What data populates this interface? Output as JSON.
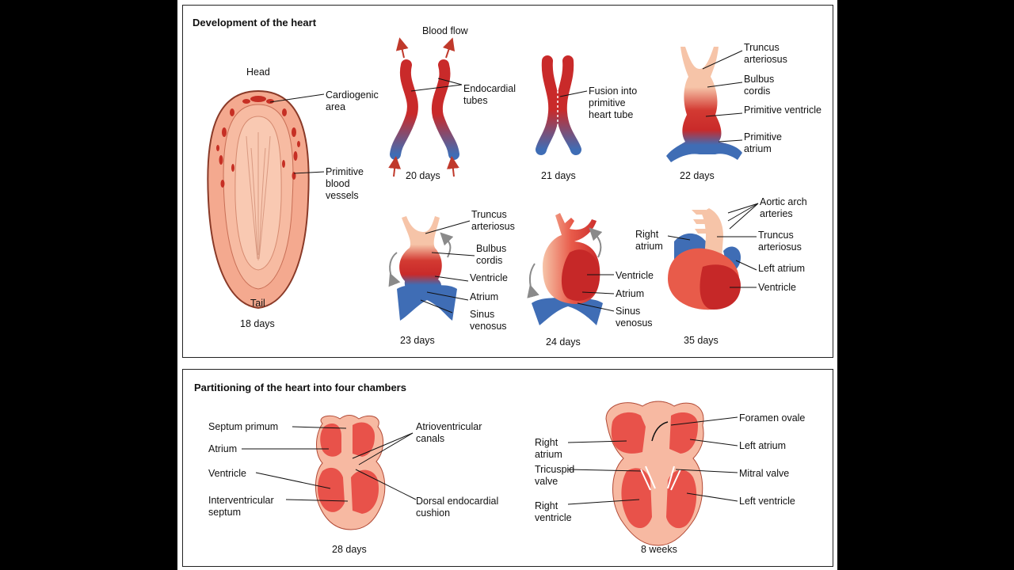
{
  "panel_top": {
    "title": "Development of the heart",
    "labels": {
      "head": "Head",
      "cardiogenic_1": "Cardiogenic",
      "cardiogenic_2": "area",
      "prim_vessels_1": "Primitive",
      "prim_vessels_2": "blood",
      "prim_vessels_3": "vessels",
      "tail": "Tail",
      "day18": "18 days",
      "blood_flow": "Blood flow",
      "endocardial_1": "Endocardial",
      "endocardial_2": "tubes",
      "day20": "20 days",
      "fusion_1": "Fusion into",
      "fusion_2": "primitive",
      "fusion_3": "heart tube",
      "day21": "21 days",
      "truncus_1": "Truncus",
      "truncus_2": "arteriosus",
      "bulbus_1": "Bulbus",
      "bulbus_2": "cordis",
      "prim_ventricle": "Primitive ventricle",
      "prim_atrium_1": "Primitive",
      "prim_atrium_2": "atrium",
      "day22": "22 days",
      "ventricle": "Ventricle",
      "atrium": "Atrium",
      "sinus_1": "Sinus",
      "sinus_2": "venosus",
      "day23": "23 days",
      "day24": "24 days",
      "aortic_1": "Aortic arch",
      "aortic_2": "arteries",
      "right_atrium_1": "Right",
      "right_atrium_2": "atrium",
      "left_atrium": "Left atrium",
      "day35": "35 days"
    }
  },
  "panel_bottom": {
    "title": "Partitioning of the heart into four chambers",
    "labels": {
      "septum_primum": "Septum primum",
      "atrium": "Atrium",
      "ventricle": "Ventricle",
      "iv_septum_1": "Interventricular",
      "iv_septum_2": "septum",
      "av_canals_1": "Atrioventricular",
      "av_canals_2": "canals",
      "dorsal_1": "Dorsal endocardial",
      "dorsal_2": "cushion",
      "day28": "28 days",
      "foramen_ovale": "Foramen ovale",
      "right_atrium_1": "Right",
      "right_atrium_2": "atrium",
      "left_atrium": "Left atrium",
      "tricuspid_1": "Tricuspid",
      "tricuspid_2": "valve",
      "mitral_valve": "Mitral valve",
      "right_ventricle_1": "Right",
      "right_ventricle_2": "ventricle",
      "left_ventricle": "Left ventricle",
      "weeks8": "8 weeks"
    }
  },
  "colors": {
    "red": "#c92a2a",
    "blue": "#3f6db5",
    "pale": "#f6c4a8",
    "tissue": "#f2a58e",
    "arrow_red": "#c0392b",
    "arrow_grey": "#8a8a8a"
  }
}
